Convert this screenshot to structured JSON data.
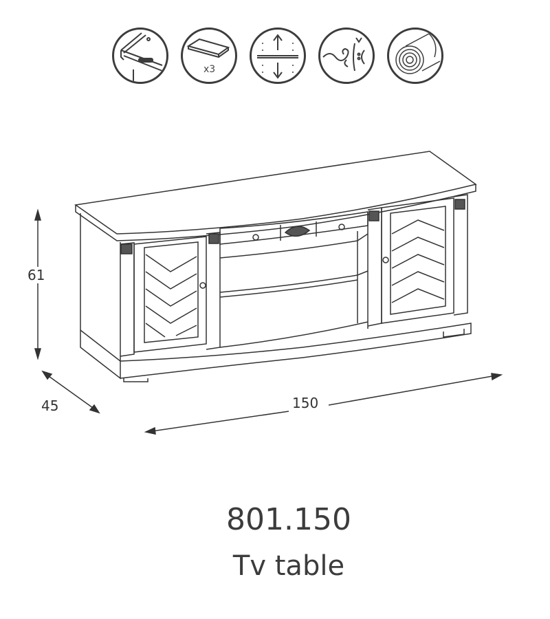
{
  "icons": [
    {
      "name": "soft-close-drawer-icon"
    },
    {
      "name": "shelves-icon",
      "label": "x3"
    },
    {
      "name": "adjustable-shelf-icon"
    },
    {
      "name": "ornament-icon"
    },
    {
      "name": "solid-wood-icon"
    }
  ],
  "dimensions": {
    "height": "61",
    "depth": "45",
    "width": "150"
  },
  "product": {
    "code": "801.150",
    "name": "Tv table"
  }
}
